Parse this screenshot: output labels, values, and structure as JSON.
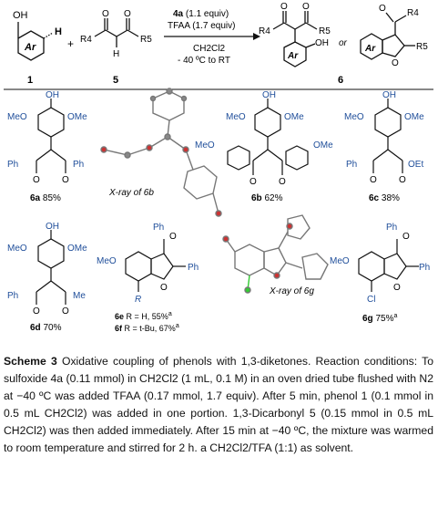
{
  "scheme": {
    "reagent_line1": "4a",
    "reagent_line1_rest": "(1.1 equiv)",
    "reagent_line2": "TFAA (1.7 equiv)",
    "solvent": "CH2Cl2",
    "temp": "- 40 ºC to RT",
    "or_text": "or",
    "labels": {
      "compound1": "1",
      "compound5": "5",
      "compound6": "6"
    },
    "atoms": {
      "oh": "OH",
      "h": "H",
      "ar": "Ar",
      "r4": "R4",
      "r5": "R5",
      "o": "O"
    }
  },
  "products": [
    {
      "id": "6a",
      "yield": "85%"
    },
    {
      "id": "6b",
      "yield": "62%"
    },
    {
      "id": "6c",
      "yield": "38%"
    },
    {
      "id": "6d",
      "yield": "70%"
    },
    {
      "id": "6e",
      "note": "R = H, 55%",
      "sup": "a"
    },
    {
      "id": "6f",
      "note": "R = t-Bu, 67%",
      "sup": "a"
    },
    {
      "id": "6g",
      "yield": "75%",
      "sup": "a"
    }
  ],
  "xray": {
    "b": "X-ray of 6b",
    "g": "X-ray of 6g"
  },
  "caption": {
    "title": "Scheme 3",
    "text": "Oxidative coupling of phenols with 1,3-diketones. Reaction conditions: To sulfoxide 4a (0.11 mmol) in CH2Cl2 (1 mL, 0.1 M) in an oven dried tube flushed with N2 at −40 ºC was added TFAA (0.17 mmol, 1.7 equiv). After 5 min, phenol 1 (0.1 mmol in 0.5 mL CH2Cl2) was added in one portion. 1,3-Dicarbonyl 5 (0.15 mmol in 0.5 mL CH2Cl2) was then added immediately. After 15 min at −40 ºC, the mixture was warmed to room temperature and stirred for 2 h. a CH2Cl2/TFA (1:1) as solvent."
  }
}
